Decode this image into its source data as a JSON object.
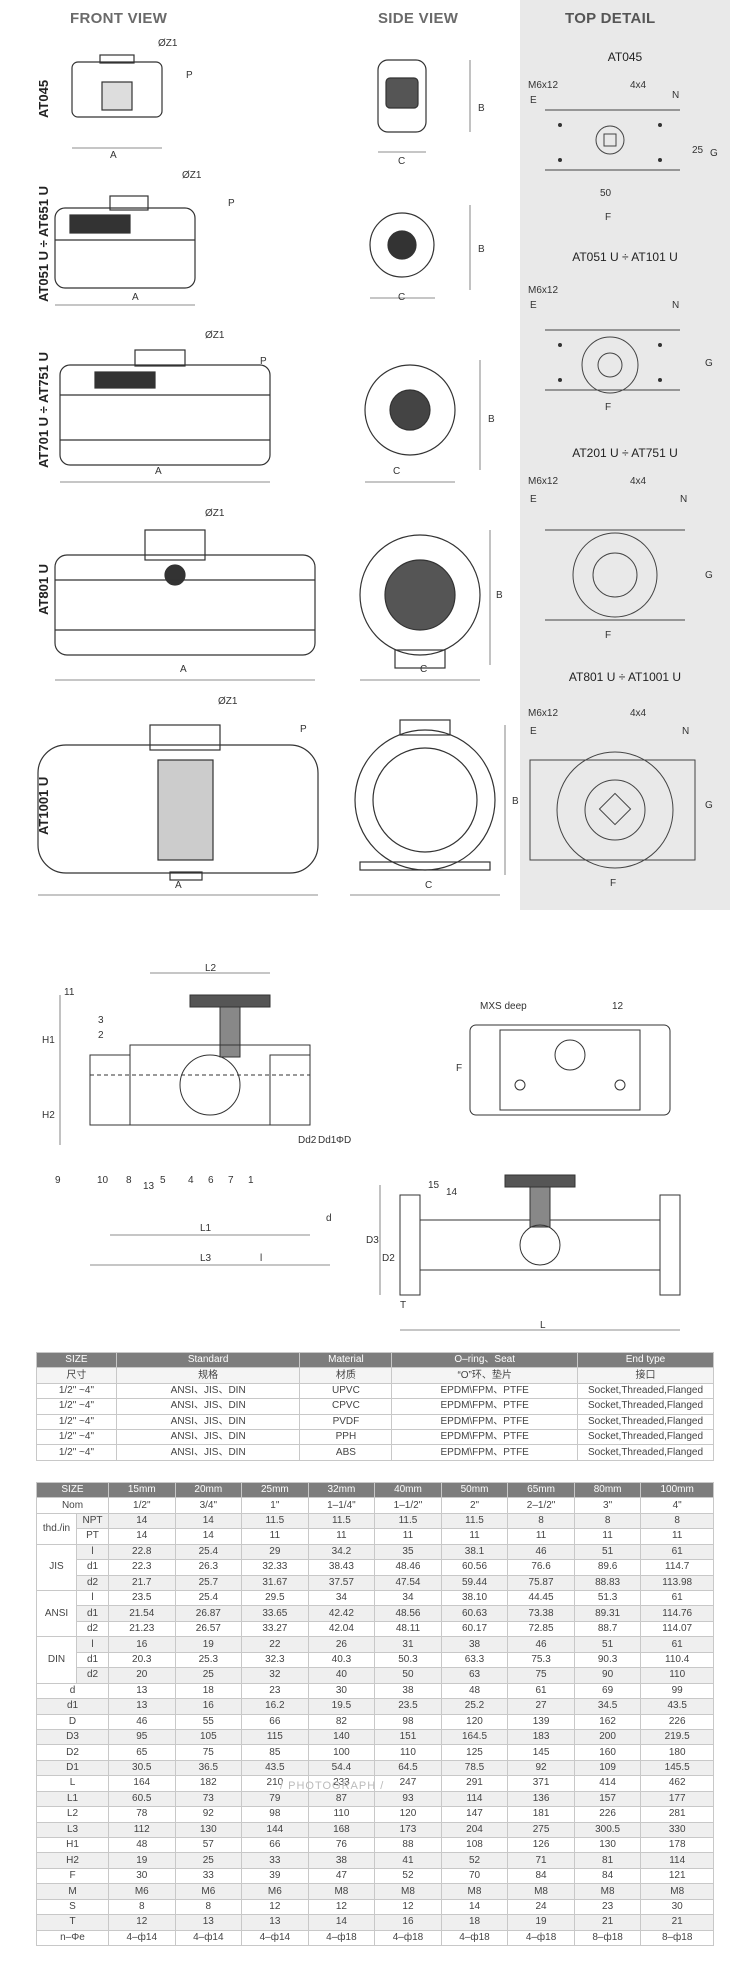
{
  "headers": {
    "front": "FRONT VIEW",
    "side": "SIDE VIEW",
    "top": "TOP DETAIL"
  },
  "models": [
    "AT045",
    "AT051 U ÷ AT651 U",
    "AT701 U ÷ AT751 U",
    "AT801 U",
    "AT1001 U"
  ],
  "detail_titles": [
    "AT045",
    "AT051 U ÷ AT101 U",
    "AT201 U ÷ AT751 U",
    "AT801 U ÷ AT1001 U"
  ],
  "dims": {
    "z1": "ØZ1",
    "p": "P",
    "a": "A",
    "b": "B",
    "c": "C",
    "e": "E",
    "f": "F",
    "g": "G",
    "n": "N",
    "m6x12": "M6x12",
    "sq": "4x4",
    "d25": "25",
    "d50": "50"
  },
  "valve_labels": {
    "l2": "L2",
    "h1": "H1",
    "h2": "H2",
    "l1": "L1",
    "l3": "L3",
    "d2": "Dd2",
    "d1": "Dd1",
    "d": "ΦD",
    "f": "F",
    "mxs": "MXS deep",
    "d3": "D3",
    "d2b": "D2",
    "t": "T",
    "l": "L",
    "l_small": "l",
    "d_small": "d",
    "callouts": [
      "11",
      "3",
      "2",
      "9",
      "10",
      "8",
      "13",
      "5",
      "4",
      "6",
      "7",
      "1",
      "12",
      "15",
      "14"
    ]
  },
  "materials_table": {
    "headers": [
      "SIZE",
      "Standard",
      "Material",
      "O–ring、Seat",
      "End type"
    ],
    "subheaders": [
      "尺寸",
      "规格",
      "材质",
      "“O”环、垫片",
      "接口"
    ],
    "rows": [
      [
        "1/2\" ~4\"",
        "ANSI、JIS、DIN",
        "UPVC",
        "EPDM\\FPM、PTFE",
        "Socket,Threaded,Flanged"
      ],
      [
        "1/2\" ~4\"",
        "ANSI、JIS、DIN",
        "CPVC",
        "EPDM\\FPM、PTFE",
        "Socket,Threaded,Flanged"
      ],
      [
        "1/2\" ~4\"",
        "ANSI、JIS、DIN",
        "PVDF",
        "EPDM\\FPM、PTFE",
        "Socket,Threaded,Flanged"
      ],
      [
        "1/2\" ~4\"",
        "ANSI、JIS、DIN",
        "PPH",
        "EPDM\\FPM、PTFE",
        "Socket,Threaded,Flanged"
      ],
      [
        "1/2\" ~4\"",
        "ANSI、JIS、DIN",
        "ABS",
        "EPDM\\FPM、PTFE",
        "Socket,Threaded,Flanged"
      ]
    ]
  },
  "dims_table": {
    "header": [
      "SIZE",
      "15mm",
      "20mm",
      "25mm",
      "32mm",
      "40mm",
      "50mm",
      "65mm",
      "80mm",
      "100mm"
    ],
    "rows": [
      {
        "g": "Nom",
        "s": "",
        "v": [
          "1/2\"",
          "3/4\"",
          "1\"",
          "1–1/4\"",
          "1–1/2\"",
          "2\"",
          "2–1/2\"",
          "3\"",
          "4\""
        ]
      },
      {
        "g": "thd./in",
        "s": "NPT",
        "v": [
          "14",
          "14",
          "11.5",
          "11.5",
          "11.5",
          "11.5",
          "8",
          "8",
          "8"
        ]
      },
      {
        "g": "",
        "s": "PT",
        "v": [
          "14",
          "14",
          "11",
          "11",
          "11",
          "11",
          "11",
          "11",
          "11"
        ]
      },
      {
        "g": "JIS",
        "s": "l",
        "v": [
          "22.8",
          "25.4",
          "29",
          "34.2",
          "35",
          "38.1",
          "46",
          "51",
          "61"
        ]
      },
      {
        "g": "",
        "s": "d1",
        "v": [
          "22.3",
          "26.3",
          "32.33",
          "38.43",
          "48.46",
          "60.56",
          "76.6",
          "89.6",
          "114.7"
        ]
      },
      {
        "g": "",
        "s": "d2",
        "v": [
          "21.7",
          "25.7",
          "31.67",
          "37.57",
          "47.54",
          "59.44",
          "75.87",
          "88.83",
          "113.98"
        ]
      },
      {
        "g": "ANSI",
        "s": "l",
        "v": [
          "23.5",
          "25.4",
          "29.5",
          "34",
          "34",
          "38.10",
          "44.45",
          "51.3",
          "61"
        ]
      },
      {
        "g": "",
        "s": "d1",
        "v": [
          "21.54",
          "26.87",
          "33.65",
          "42.42",
          "48.56",
          "60.63",
          "73.38",
          "89.31",
          "114.76"
        ]
      },
      {
        "g": "",
        "s": "d2",
        "v": [
          "21.23",
          "26.57",
          "33.27",
          "42.04",
          "48.11",
          "60.17",
          "72.85",
          "88.7",
          "114.07"
        ]
      },
      {
        "g": "DIN",
        "s": "l",
        "v": [
          "16",
          "19",
          "22",
          "26",
          "31",
          "38",
          "46",
          "51",
          "61"
        ]
      },
      {
        "g": "",
        "s": "d1",
        "v": [
          "20.3",
          "25.3",
          "32.3",
          "40.3",
          "50.3",
          "63.3",
          "75.3",
          "90.3",
          "110.4"
        ]
      },
      {
        "g": "",
        "s": "d2",
        "v": [
          "20",
          "25",
          "32",
          "40",
          "50",
          "63",
          "75",
          "90",
          "110"
        ]
      },
      {
        "g": "d",
        "s": "",
        "v": [
          "13",
          "18",
          "23",
          "30",
          "38",
          "48",
          "61",
          "69",
          "99"
        ]
      },
      {
        "g": "d1",
        "s": "",
        "v": [
          "13",
          "16",
          "16.2",
          "19.5",
          "23.5",
          "25.2",
          "27",
          "34.5",
          "43.5"
        ]
      },
      {
        "g": "D",
        "s": "",
        "v": [
          "46",
          "55",
          "66",
          "82",
          "98",
          "120",
          "139",
          "162",
          "226"
        ]
      },
      {
        "g": "D3",
        "s": "",
        "v": [
          "95",
          "105",
          "115",
          "140",
          "151",
          "164.5",
          "183",
          "200",
          "219.5"
        ]
      },
      {
        "g": "D2",
        "s": "",
        "v": [
          "65",
          "75",
          "85",
          "100",
          "110",
          "125",
          "145",
          "160",
          "180"
        ]
      },
      {
        "g": "D1",
        "s": "",
        "v": [
          "30.5",
          "36.5",
          "43.5",
          "54.4",
          "64.5",
          "78.5",
          "92",
          "109",
          "145.5"
        ]
      },
      {
        "g": "L",
        "s": "",
        "v": [
          "164",
          "182",
          "210",
          "233",
          "247",
          "291",
          "371",
          "414",
          "462"
        ]
      },
      {
        "g": "L1",
        "s": "",
        "v": [
          "60.5",
          "73",
          "79",
          "87",
          "93",
          "114",
          "136",
          "157",
          "177"
        ]
      },
      {
        "g": "L2",
        "s": "",
        "v": [
          "78",
          "92",
          "98",
          "110",
          "120",
          "147",
          "181",
          "226",
          "281"
        ]
      },
      {
        "g": "L3",
        "s": "",
        "v": [
          "112",
          "130",
          "144",
          "168",
          "173",
          "204",
          "275",
          "300.5",
          "330"
        ]
      },
      {
        "g": "H1",
        "s": "",
        "v": [
          "48",
          "57",
          "66",
          "76",
          "88",
          "108",
          "126",
          "130",
          "178"
        ]
      },
      {
        "g": "H2",
        "s": "",
        "v": [
          "19",
          "25",
          "33",
          "38",
          "41",
          "52",
          "71",
          "81",
          "114"
        ]
      },
      {
        "g": "F",
        "s": "",
        "v": [
          "30",
          "33",
          "39",
          "47",
          "52",
          "70",
          "84",
          "84",
          "121"
        ]
      },
      {
        "g": "M",
        "s": "",
        "v": [
          "M6",
          "M6",
          "M6",
          "M8",
          "M8",
          "M8",
          "M8",
          "M8",
          "M8"
        ]
      },
      {
        "g": "S",
        "s": "",
        "v": [
          "8",
          "8",
          "12",
          "12",
          "12",
          "14",
          "24",
          "23",
          "30"
        ]
      },
      {
        "g": "T",
        "s": "",
        "v": [
          "12",
          "13",
          "13",
          "14",
          "16",
          "18",
          "19",
          "21",
          "21"
        ]
      },
      {
        "g": "n–Φe",
        "s": "",
        "v": [
          "4–ф14",
          "4–ф14",
          "4–ф14",
          "4–ф18",
          "4–ф18",
          "4–ф18",
          "4–ф18",
          "8–ф18",
          "8–ф18"
        ]
      }
    ]
  },
  "watermark": "/ PHOTOGRAPH /"
}
